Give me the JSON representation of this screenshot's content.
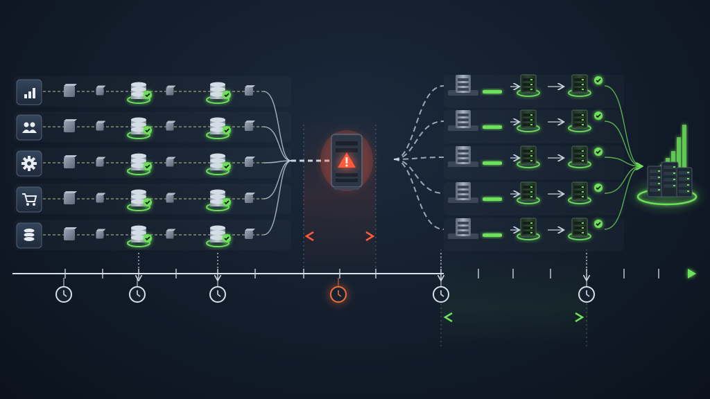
{
  "colors": {
    "background": "#121c2a",
    "healthy": "#6ee05a",
    "failure": "#ff5a3c",
    "outage_window": "#f0703a",
    "line": "#c9d3df",
    "node": "#7f8b99",
    "icon_tile": "#2c3a4e"
  },
  "sources": [
    {
      "icon": "bar-chart-icon"
    },
    {
      "icon": "users-icon"
    },
    {
      "icon": "gear-icon"
    },
    {
      "icon": "shopping-cart-icon"
    },
    {
      "icon": "database-icon"
    }
  ],
  "pipeline": {
    "stages_per_row": [
      "node",
      "node",
      "database-checked",
      "node",
      "database-checked",
      "node"
    ],
    "failure_point": {
      "icon": "warning-icon",
      "status": "failed"
    },
    "recovery_stages_per_row": [
      "server",
      "progress-bar",
      "server-healthy",
      "server-healthy-checked"
    ],
    "destination": {
      "icon": "data-warehouse-icon",
      "chart_icon": "growth-bars-icon"
    }
  },
  "timeline": {
    "markers": [
      {
        "icon": "clock-icon",
        "state": "normal"
      },
      {
        "icon": "clock-icon",
        "state": "normal"
      },
      {
        "icon": "clock-icon",
        "state": "normal"
      },
      {
        "icon": "clock-icon",
        "state": "failure"
      },
      {
        "icon": "clock-icon",
        "state": "recovery"
      },
      {
        "icon": "clock-icon",
        "state": "recovery"
      }
    ],
    "outage_span": {
      "icon": "double-arrow-icon",
      "color": "#ff5a3c"
    },
    "recovery_span": {
      "icon": "double-arrow-icon",
      "color": "#6ee05a"
    }
  }
}
